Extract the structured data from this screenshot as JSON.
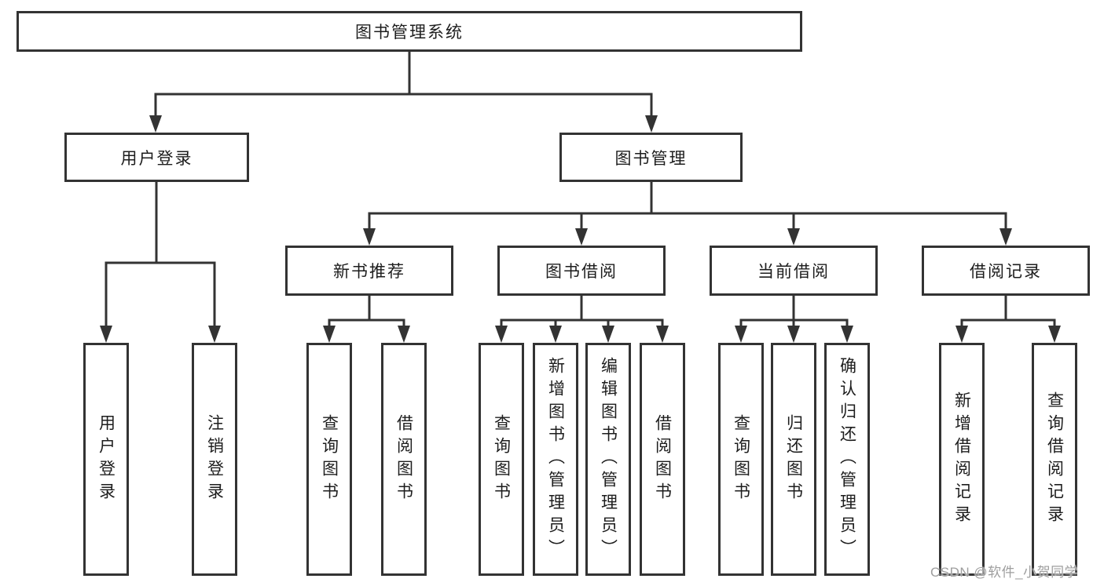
{
  "watermark": "CSDN @软件_小贺同学",
  "colors": {
    "line": "#333333",
    "text": "#1d1d1d",
    "watermark": "#9e9e9e",
    "background": "#ffffff"
  },
  "tree": {
    "label": "图书管理系统",
    "children": [
      {
        "label": "用户登录",
        "children": [
          {
            "label": "用户登录"
          },
          {
            "label": "注销登录"
          }
        ]
      },
      {
        "label": "图书管理",
        "children": [
          {
            "label": "新书推荐",
            "children": [
              {
                "label": "查询图书"
              },
              {
                "label": "借阅图书"
              }
            ]
          },
          {
            "label": "图书借阅",
            "children": [
              {
                "label": "查询图书"
              },
              {
                "label": "新增图书（管理员）"
              },
              {
                "label": "编辑图书（管理员）"
              },
              {
                "label": "借阅图书"
              }
            ]
          },
          {
            "label": "当前借阅",
            "children": [
              {
                "label": "查询图书"
              },
              {
                "label": "归还图书"
              },
              {
                "label": "确认归还（管理员）"
              }
            ]
          },
          {
            "label": "借阅记录",
            "children": [
              {
                "label": "新增借阅记录"
              },
              {
                "label": "查询借阅记录"
              }
            ]
          }
        ]
      }
    ]
  }
}
